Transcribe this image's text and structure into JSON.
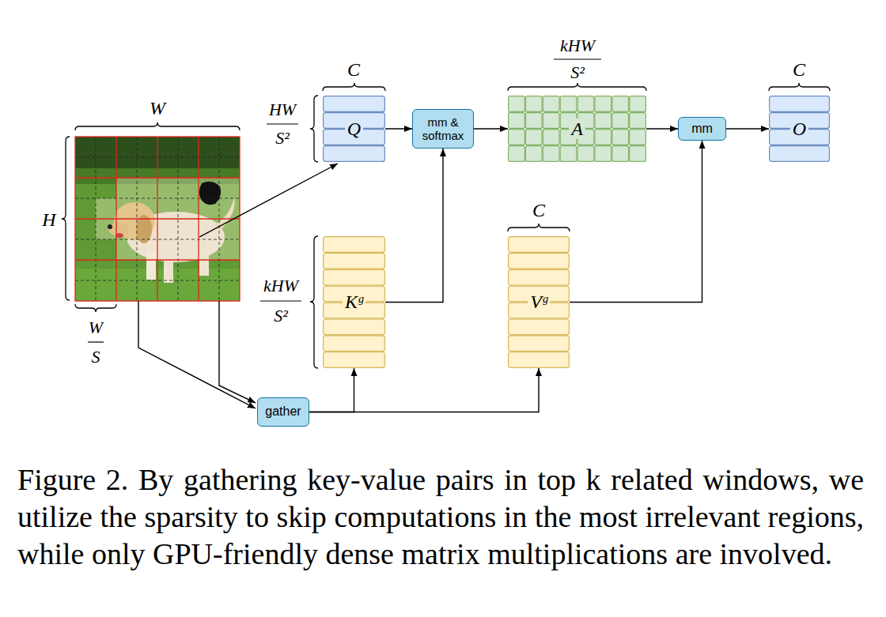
{
  "diagram": {
    "caption": "Figure 2. By gathering key-value pairs in top k related windows, we utilize the sparsity to skip computations in the most irrelevant regions, while only GPU-friendly dense matrix multiplications are involved.",
    "nodes": [
      {
        "text": [
          "Q"
        ]
      },
      {
        "text": [
          "mm & softmax"
        ]
      },
      {
        "text": [
          "A"
        ]
      },
      {
        "text": [
          "mm"
        ]
      },
      {
        "text": [
          "O"
        ]
      },
      {
        "text": [
          "Kᵍ"
        ]
      },
      {
        "text": [
          "Vᵍ"
        ]
      },
      {
        "text": [
          "gather"
        ]
      }
    ],
    "edges": [
      {
        "from": 0,
        "to": 1,
        "arrow": "to"
      },
      {
        "from": 1,
        "to": 2,
        "arrow": "to"
      },
      {
        "from": 5,
        "to": 1,
        "arrow": "to"
      },
      {
        "from": 2,
        "to": 3,
        "arrow": "to"
      },
      {
        "from": 6,
        "to": 3,
        "arrow": "to"
      },
      {
        "from": 3,
        "to": 4,
        "arrow": "to"
      },
      {
        "from": 7,
        "to": 5,
        "arrow": "to"
      },
      {
        "from": 7,
        "to": 6,
        "arrow": "to"
      }
    ],
    "labels": [
      "W",
      "H",
      "W",
      "S",
      "C",
      "HW",
      "S²",
      "kHW",
      "S²",
      "C",
      "C",
      "kHW",
      "S²"
    ]
  }
}
